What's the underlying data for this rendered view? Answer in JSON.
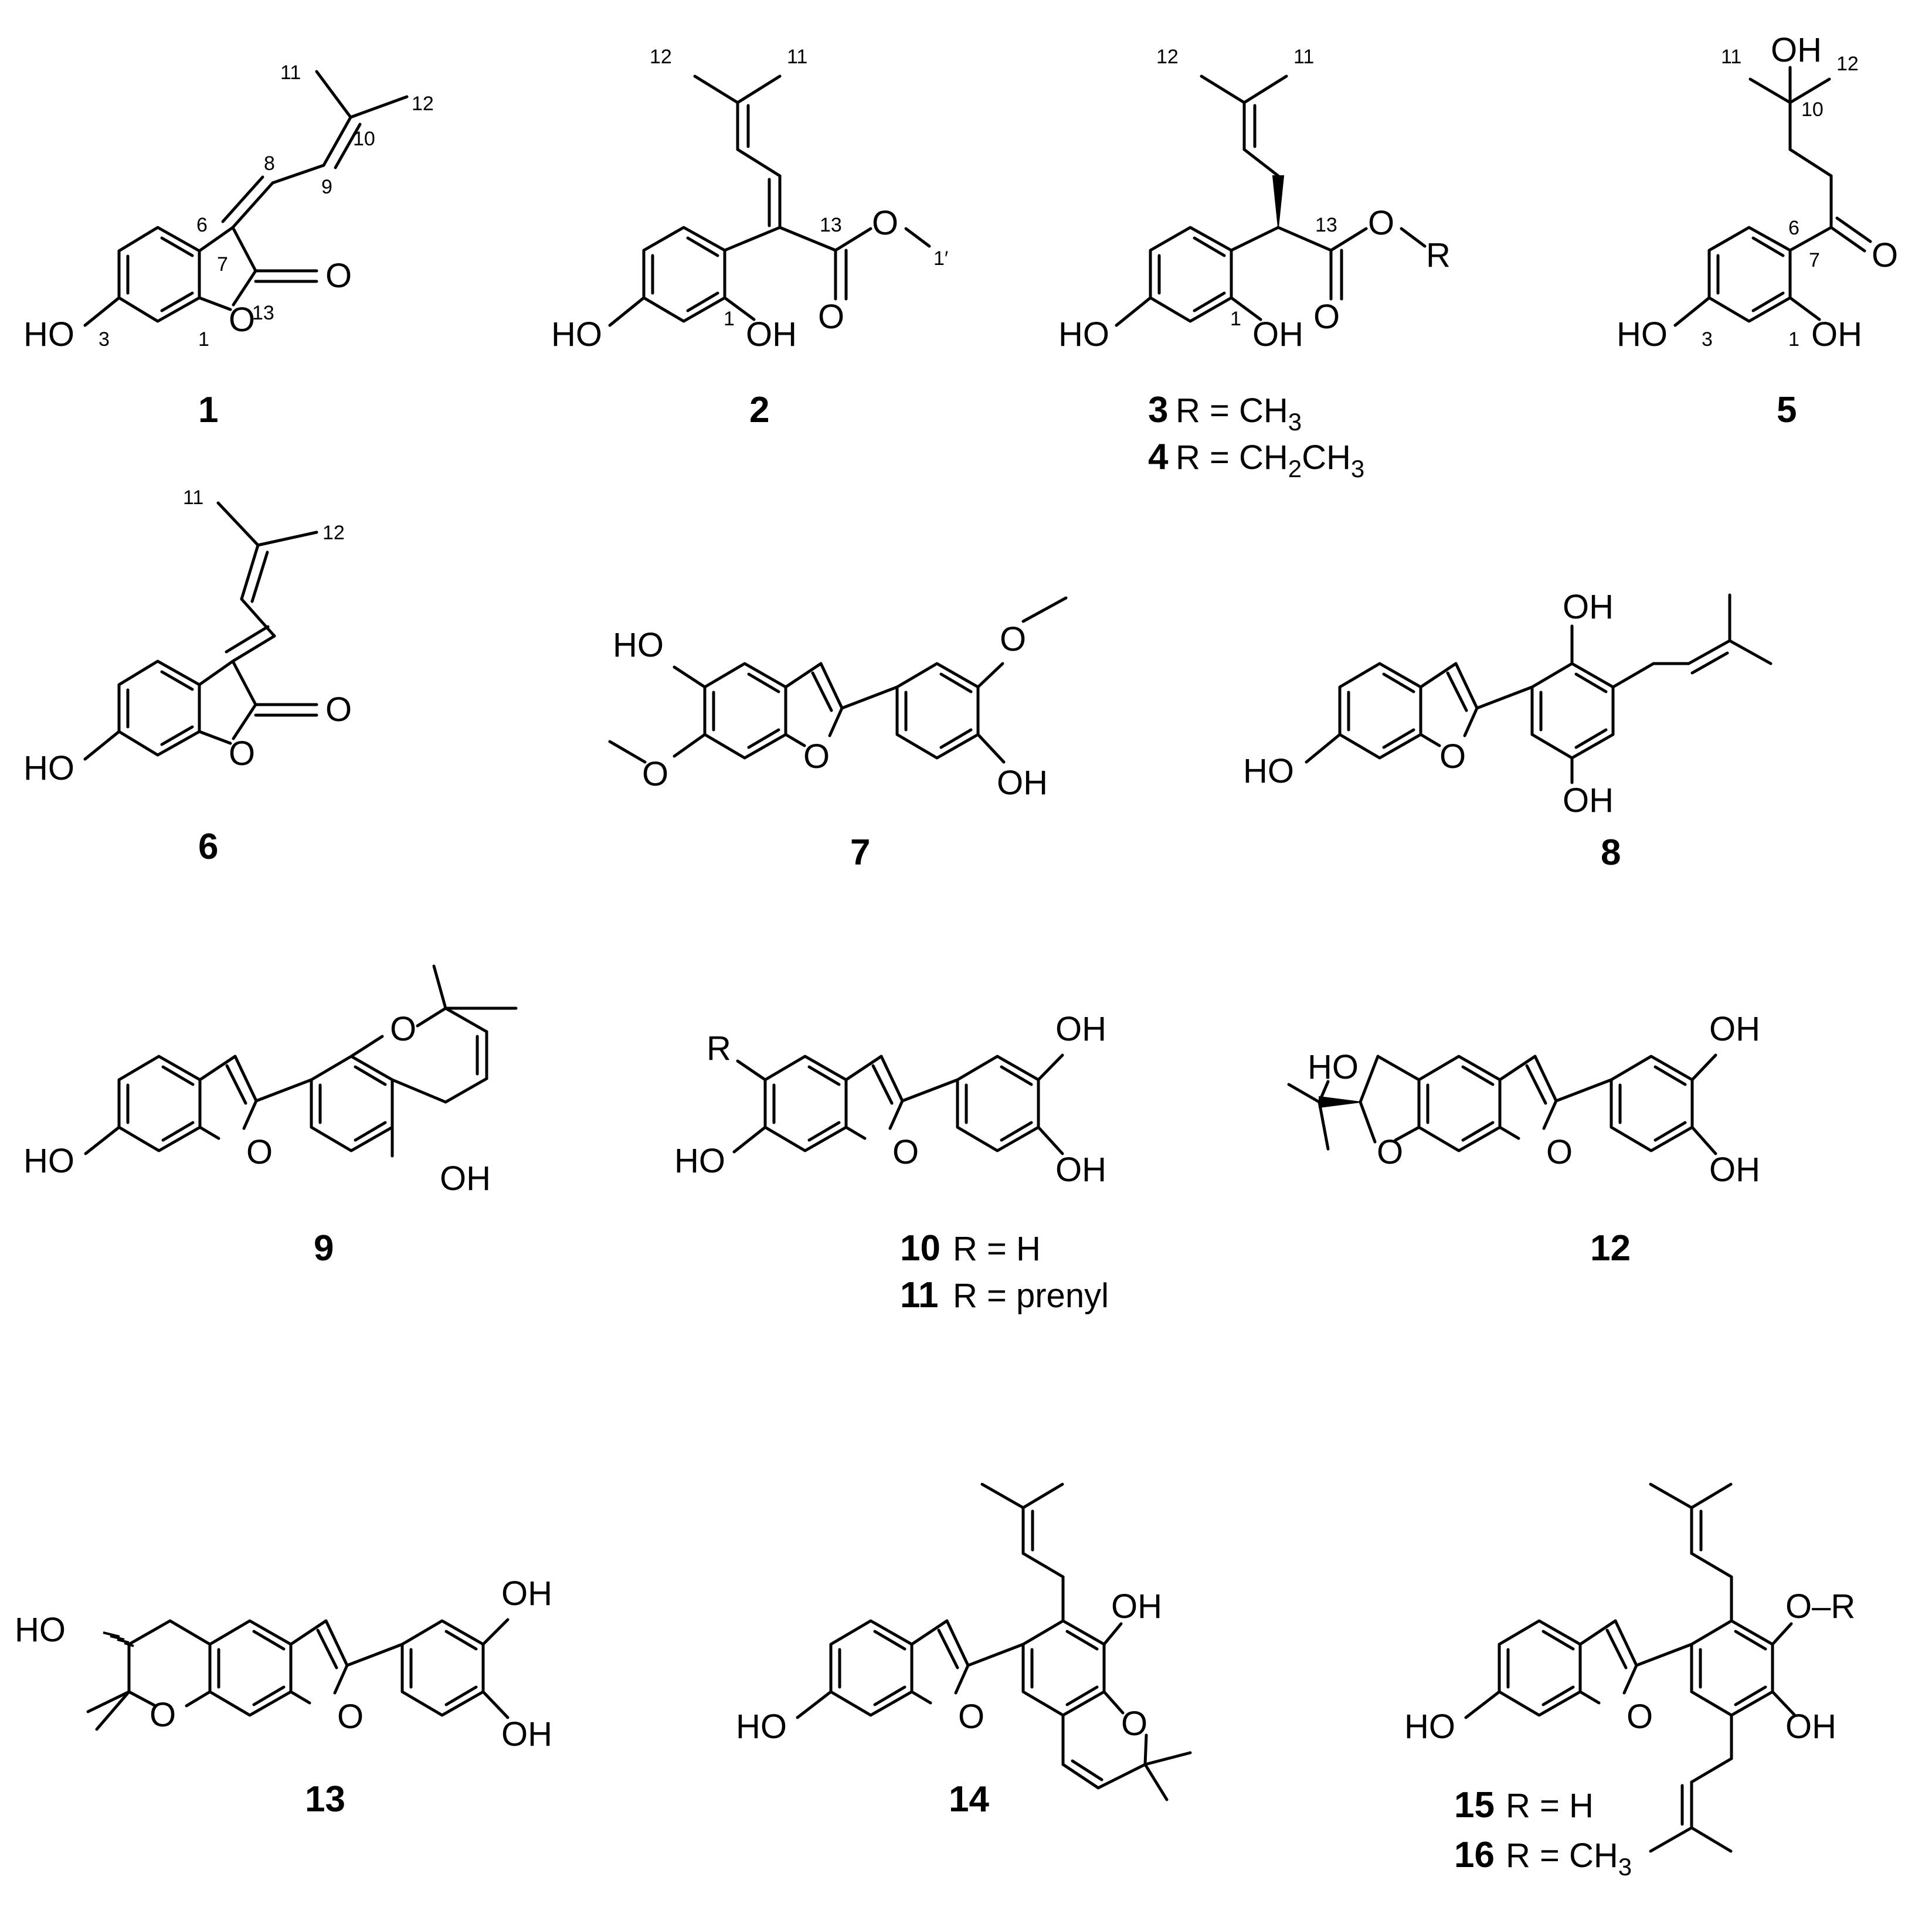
{
  "figure": {
    "compounds": [
      {
        "id": "1",
        "atom_labels": [
          "HO",
          "O",
          "O"
        ],
        "locants": [
          "11",
          "12",
          "10",
          "8",
          "9",
          "6",
          "7",
          "13",
          "3",
          "1"
        ]
      },
      {
        "id": "2",
        "atom_labels": [
          "HO",
          "OH",
          "O",
          "O"
        ],
        "locants": [
          "12",
          "11",
          "13",
          "1",
          "1′"
        ]
      },
      {
        "id": "3-4",
        "atom_labels": [
          "HO",
          "OH",
          "O",
          "O",
          "R"
        ],
        "locants": [
          "12",
          "11",
          "13",
          "1"
        ]
      },
      {
        "id": "5",
        "atom_labels": [
          "OH",
          "HO",
          "OH",
          "O"
        ],
        "locants": [
          "11",
          "12",
          "10",
          "6",
          "7",
          "3",
          "1"
        ]
      },
      {
        "id": "6",
        "atom_labels": [
          "HO",
          "O",
          "O"
        ],
        "locants": [
          "11",
          "12"
        ]
      },
      {
        "id": "7",
        "atom_labels": [
          "HO",
          "O",
          "O",
          "O",
          "OH"
        ],
        "locants": []
      },
      {
        "id": "8",
        "atom_labels": [
          "HO",
          "O",
          "OH",
          "OH"
        ],
        "locants": []
      },
      {
        "id": "9",
        "atom_labels": [
          "HO",
          "O",
          "O",
          "OH"
        ],
        "locants": []
      },
      {
        "id": "10-11",
        "atom_labels": [
          "R",
          "HO",
          "O",
          "OH",
          "OH"
        ],
        "locants": []
      },
      {
        "id": "12",
        "atom_labels": [
          "HO",
          "O",
          "O",
          "OH",
          "OH"
        ],
        "locants": []
      },
      {
        "id": "13",
        "atom_labels": [
          "HO",
          "O",
          "O",
          "OH",
          "OH"
        ],
        "locants": []
      },
      {
        "id": "14",
        "atom_labels": [
          "HO",
          "O",
          "OH",
          "O"
        ],
        "locants": []
      },
      {
        "id": "15-16",
        "atom_labels": [
          "HO",
          "O",
          "O–R",
          "OH"
        ],
        "locants": []
      }
    ],
    "captions": {
      "c1": {
        "num": "1",
        "r": ""
      },
      "c2": {
        "num": "2",
        "r": ""
      },
      "c3": {
        "num": "3",
        "r": "R = CH"
      },
      "c4": {
        "num": "4",
        "r": "R = CH"
      },
      "c5": {
        "num": "5",
        "r": ""
      },
      "c6": {
        "num": "6",
        "r": ""
      },
      "c7": {
        "num": "7",
        "r": ""
      },
      "c8": {
        "num": "8",
        "r": ""
      },
      "c9": {
        "num": "9",
        "r": ""
      },
      "c10": {
        "num": "10",
        "r": "R = H"
      },
      "c11": {
        "num": "11",
        "r": "R = prenyl"
      },
      "c12": {
        "num": "12",
        "r": ""
      },
      "c13": {
        "num": "13",
        "r": ""
      },
      "c14": {
        "num": "14",
        "r": ""
      },
      "c15": {
        "num": "15",
        "r": "R = H"
      },
      "c16": {
        "num": "16",
        "r": "R = CH"
      }
    },
    "subscripts": {
      "three": "3",
      "two": "2"
    },
    "formula_tail": {
      "ch2ch3_mid": "CH",
      "ch2ch3_end": ""
    }
  }
}
